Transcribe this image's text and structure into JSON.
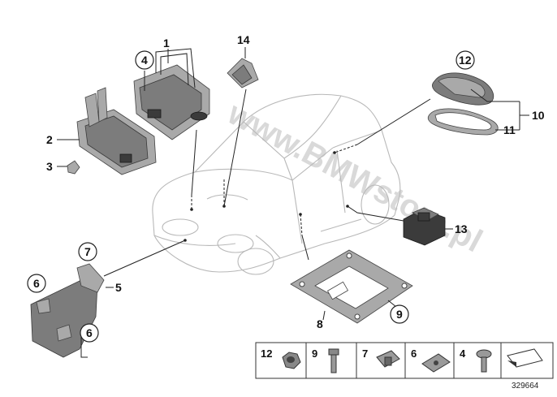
{
  "diagram": {
    "watermark": "www.BMWstore.pl",
    "reference_number": "329664",
    "callouts": {
      "c1": "1",
      "c2": "2",
      "c3": "3",
      "c4": "4",
      "c5": "5",
      "c6a": "6",
      "c6b": "6",
      "c7": "7",
      "c8": "8",
      "c9": "9",
      "c10": "10",
      "c11": "11",
      "c12": "12",
      "c13": "13",
      "c14": "14"
    },
    "legend": {
      "items": [
        "12",
        "9",
        "7",
        "6",
        "4"
      ]
    }
  }
}
